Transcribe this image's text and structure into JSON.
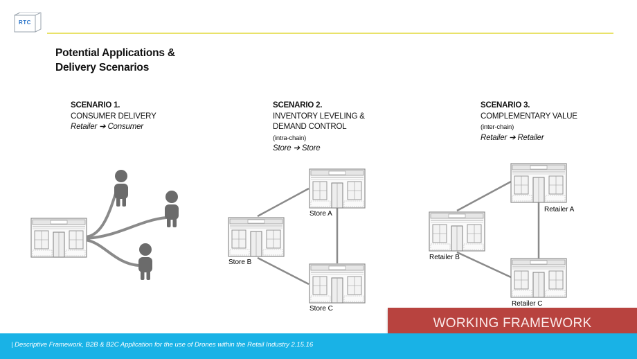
{
  "logo": {
    "text": "RTC"
  },
  "title": {
    "line1": "Potential Applications  &",
    "line2": "Delivery Scenarios"
  },
  "scenarios": [
    {
      "heading": "SCENARIO 1.",
      "line1": "CONSUMER DELIVERY",
      "flow": "Retailer ➔ Consumer"
    },
    {
      "heading": "SCENARIO 2.",
      "line1": "INVENTORY LEVELING &",
      "line2": "DEMAND CONTROL",
      "note": "(intra-chain)",
      "flow": "Store ➔ Store"
    },
    {
      "heading": "SCENARIO 3.",
      "line1": "COMPLEMENTARY VALUE",
      "note": "(inter-chain)",
      "flow": "Retailer ➔ Retailer"
    }
  ],
  "labels": {
    "store_a": "Store A",
    "store_b": "Store B",
    "store_c": "Store C",
    "retailer_a": "Retailer A",
    "retailer_b": "Retailer B",
    "retailer_c": "Retailer C"
  },
  "banner": {
    "text": "WORKING FRAMEWORK"
  },
  "footer": {
    "text": "| Descriptive Framework, B2B & B2C Application for the use of Drones within the Retail Industry 2.15.16"
  },
  "colors": {
    "accent_rule": "#e9e26a",
    "banner": "#b8433f",
    "footer": "#19b2e6",
    "person": "#6b6b6b",
    "link": "#8a8a8a"
  }
}
